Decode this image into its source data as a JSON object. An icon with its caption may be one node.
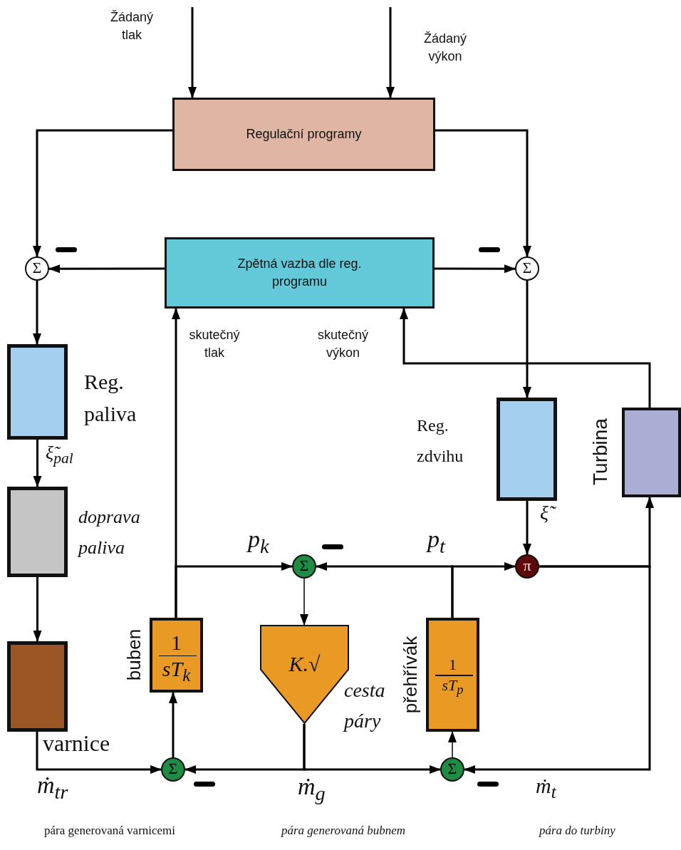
{
  "diagram": {
    "nodes": [
      {
        "text": [
          "Regulační programy"
        ]
      },
      {
        "text": [
          "Zpětná vazba dle reg. programu"
        ]
      },
      {
        "text": [
          "Σ"
        ]
      },
      {
        "text": [
          "Σ"
        ]
      },
      {
        "text": [
          "Reg. paliva"
        ]
      },
      {
        "text": [
          "doprava paliva"
        ]
      },
      {
        "text": [
          "varnice"
        ]
      },
      {
        "text": [
          "Reg. zdvihu"
        ]
      },
      {
        "text": [
          "Turbina"
        ]
      },
      {
        "text": [
          "Σ"
        ]
      },
      {
        "text": [
          "π"
        ]
      },
      {
        "text": [
          "buben",
          "1",
          "sT$_{k}$"
        ]
      },
      {
        "text": [
          "K.√"
        ],
        "beside": [
          "cesta páry"
        ]
      },
      {
        "text": [
          "přehřívák",
          "1",
          "sT$_{p}$"
        ]
      },
      {
        "text": [
          "Σ"
        ]
      },
      {
        "text": [
          "Σ"
        ]
      }
    ],
    "edges": [
      {
        "from": null,
        "to": 0,
        "arrow": "to",
        "label": "Žádaný tlak"
      },
      {
        "from": null,
        "to": 0,
        "arrow": "to",
        "label": "Žádaný výkon"
      },
      {
        "from": 0,
        "to": 2,
        "arrow": "to"
      },
      {
        "from": 0,
        "to": 3,
        "arrow": "to"
      },
      {
        "from": 1,
        "to": 2,
        "arrow": "to"
      },
      {
        "from": 1,
        "to": 3,
        "arrow": "to"
      },
      {
        "from": 2,
        "to": 4,
        "arrow": "to"
      },
      {
        "from": 4,
        "to": 5,
        "arrow": "to",
        "label": "ξ̃$_{pal}$"
      },
      {
        "from": 5,
        "to": 6,
        "arrow": "to"
      },
      {
        "from": 6,
        "to": 14,
        "arrow": "to",
        "label": "ṁ$_{tr}$"
      },
      {
        "from": 3,
        "to": 7,
        "arrow": "to"
      },
      {
        "from": 7,
        "to": 10,
        "arrow": "to",
        "label": "ξ̃"
      },
      {
        "from": 11,
        "to": 1,
        "arrow": "to",
        "label": "skutečný tlak"
      },
      {
        "from": 11,
        "to": 9,
        "arrow": "to",
        "label": "p$_{k}$"
      },
      {
        "from": 8,
        "to": 1,
        "arrow": "to",
        "label": "skutečný výkon"
      },
      {
        "from": 13,
        "to": 9,
        "arrow": "to"
      },
      {
        "from": 13,
        "to": 10,
        "arrow": "to",
        "label": "p$_{t}$"
      },
      {
        "from": 10,
        "to": 8,
        "arrow": "to"
      },
      {
        "from": 10,
        "to": 15,
        "arrow": "to",
        "label": "ṁ$_{t}$"
      },
      {
        "from": 9,
        "to": 12,
        "arrow": "to"
      },
      {
        "from": 12,
        "to": 14,
        "arrow": "to",
        "label": "ṁ$_{g}$"
      },
      {
        "from": 12,
        "to": 15,
        "arrow": "to"
      },
      {
        "from": 14,
        "to": 11,
        "arrow": "to"
      },
      {
        "from": 15,
        "to": 13,
        "arrow": "to"
      }
    ],
    "labels": [
      "pára generovaná varnicemi",
      "pára generovaná bubnem",
      "pára do turbiny"
    ]
  }
}
